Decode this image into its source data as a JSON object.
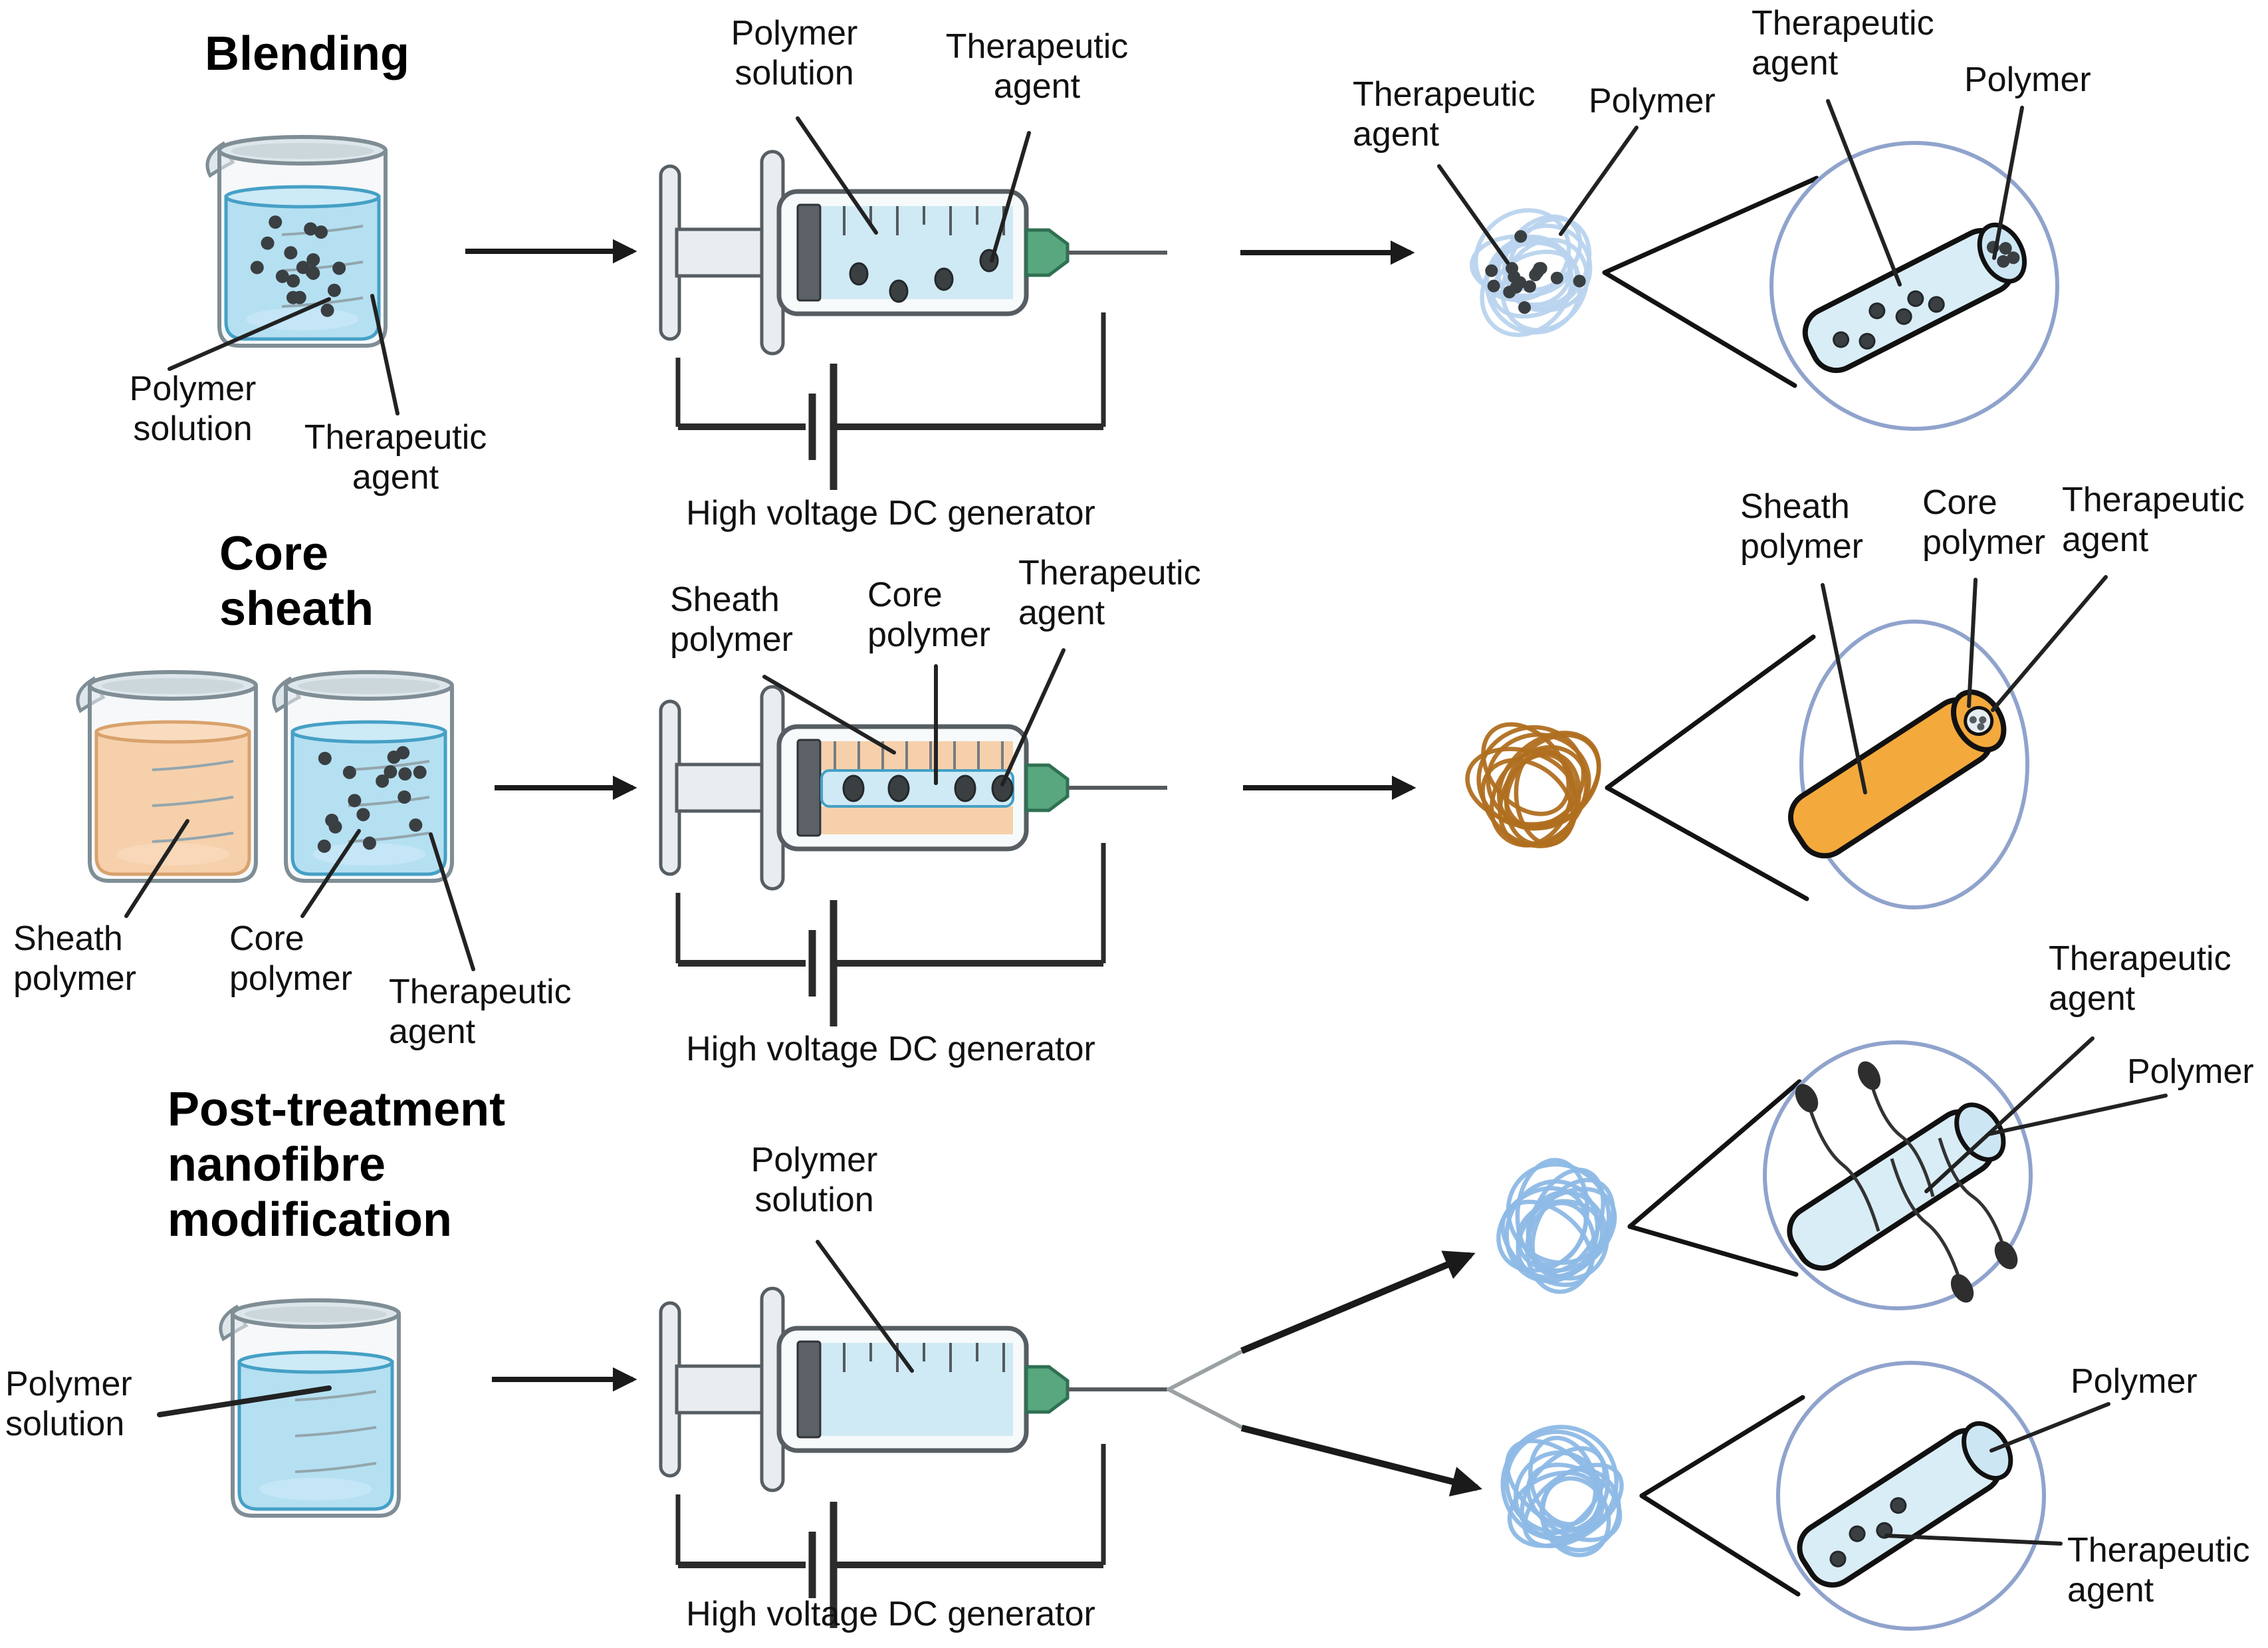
{
  "colors": {
    "background": "#ffffff",
    "text": "#111111",
    "glass_stroke": "#7f8d95",
    "glass_fill": "#eef3f5",
    "rim_fill": "#dde6ea",
    "rim_inner": "#ccd7dc",
    "liquid_blue": "#b5e0f2",
    "liquid_blue_light": "#cdeaf7",
    "liquid_blue_stroke": "#45a0c5",
    "liquid_orange": "#f6d0ab",
    "liquid_orange_light": "#f9dcc0",
    "liquid_orange_stroke": "#d9a26c",
    "syringe_body": "#e9edef",
    "syringe_fill": "#f7fafb",
    "syringe_stroke": "#565e63",
    "syringe_liquid": "#cfeaf5",
    "plunger_stopper": "#5b6167",
    "needle_hub_green": "#58a77e",
    "needle_hub_stroke": "#2f7053",
    "needle_gray": "#555a5e",
    "dot_dark": "#3a3f42",
    "fiber_blue_light": "#b9d4ee",
    "fiber_blue": "#8db9e6",
    "fiber_orange": "#b06f20",
    "rod_fill_blue": "#d9edf6",
    "rod_cap_blue": "#cde6f3",
    "rod_fill_orange": "#f3a93c",
    "rod_core_fill": "#e6edf0",
    "zoom_circle_stroke": "#8fa3cc",
    "arrow_black": "#1a1a1a",
    "leader_line": "#222222",
    "circuit_line": "#2b2b2b",
    "spray_gray": "#9aa0a3",
    "tick_mark": "#555a5e",
    "graduation": "#93a6ad"
  },
  "icons": {
    "flow_arrow": "arrow-right",
    "battery": "battery-cell",
    "zoom_lens": "magnifier-circle"
  },
  "labels": {
    "row1": {
      "title": "Blending",
      "beaker_polymer_solution": "Polymer solution",
      "beaker_therapeutic_agent": "Therapeutic agent",
      "syringe_polymer_solution": "Polymer solution",
      "syringe_therapeutic_agent": "Therapeutic agent",
      "generator": "High voltage DC generator",
      "fiber_therapeutic_agent": "Therapeutic agent",
      "fiber_polymer": "Polymer",
      "zoom_therapeutic_agent": "Therapeutic agent",
      "zoom_polymer": "Polymer"
    },
    "row2": {
      "title": "Core sheath",
      "beaker_sheath_polymer": "Sheath polymer",
      "beaker_core_polymer": "Core polymer",
      "beaker_therapeutic_agent": "Therapeutic agent",
      "syringe_sheath_polymer": "Sheath polymer",
      "syringe_core_polymer": "Core polymer",
      "syringe_therapeutic_agent": "Therapeutic agent",
      "generator": "High voltage DC generator",
      "zoom_sheath_polymer": "Sheath polymer",
      "zoom_core_polymer": "Core polymer",
      "zoom_therapeutic_agent": "Therapeutic agent"
    },
    "row3": {
      "title": "Post-treatment nanofibre modification",
      "beaker_polymer_solution": "Polymer solution",
      "syringe_polymer_solution": "Polymer solution",
      "generator": "High voltage DC generator",
      "top_therapeutic_agent": "Therapeutic agent",
      "top_polymer": "Polymer",
      "bottom_polymer": "Polymer",
      "bottom_therapeutic_agent": "Therapeutic agent"
    }
  }
}
